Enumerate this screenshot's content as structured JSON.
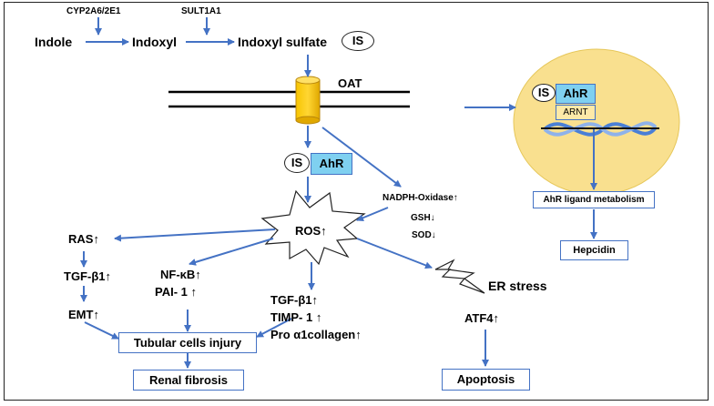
{
  "pathway": {
    "indole": "Indole",
    "indoxyl": "Indoxyl",
    "indoxyl_sulfate": "Indoxyl sulfate",
    "enzyme1": "CYP2A6/2E1",
    "enzyme2": "SULT1A1",
    "is_label": "IS"
  },
  "membrane": {
    "transporter": "OAT"
  },
  "nucleus": {
    "is_label": "IS",
    "ahr": "AhR",
    "arnt": "ARNT",
    "metabolism": "AhR ligand metabolism",
    "hepcidin": "Hepcidin"
  },
  "cytoplasm": {
    "is_label": "IS",
    "ahr": "AhR",
    "nadph": "NADPH-Oxidase↑",
    "gsh": "GSH↓",
    "sod": "SOD↓",
    "ros": "ROS↑"
  },
  "left_branch": {
    "ras": "RAS↑",
    "tgf": "TGF-β1↑",
    "emt": "EMT↑"
  },
  "mid_branch": {
    "nfkb": "NF-κB↑",
    "pai": "PAI- 1 ↑",
    "tgf": "TGF-β1↑",
    "timp": "TIMP- 1 ↑",
    "pro": "Pro α1collagen↑"
  },
  "outcomes": {
    "tubular": "Tubular cells injury",
    "fibrosis": "Renal fibrosis",
    "er_stress": "ER stress",
    "atf4": "ATF4↑",
    "apoptosis": "Apoptosis"
  },
  "colors": {
    "arrow": "#4472c4",
    "ahr_fill": "#7fd0f0",
    "nucleus_fill": "#f9e08f",
    "nucleus_stroke": "#e6c75a",
    "cylinder": "#f5b800"
  }
}
